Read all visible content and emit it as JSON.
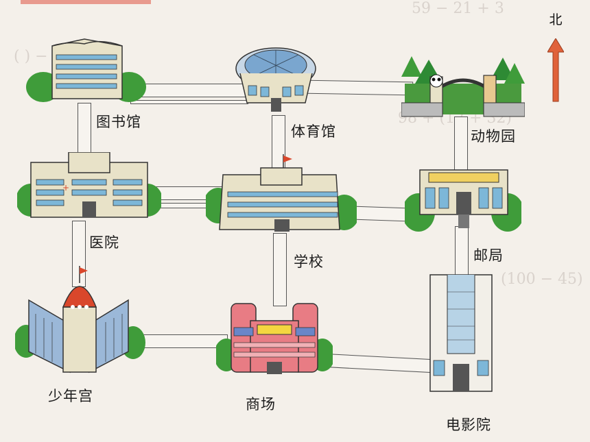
{
  "compass": {
    "label": "北",
    "arrow_color": "#e0623a"
  },
  "places": {
    "library": "图书馆",
    "gym": "体育馆",
    "zoo": "动物园",
    "hospital": "医院",
    "school": "学校",
    "post_office": "邮局",
    "youth_palace": "少年宫",
    "mall": "商场",
    "cinema": "电影院"
  },
  "colors": {
    "road": "#f7f4ef",
    "tree": "#3f9c3a",
    "building": "#e8e2c8",
    "window": "#7db7d8",
    "roof_red": "#d9472b",
    "mall_pink": "#e87c84"
  }
}
